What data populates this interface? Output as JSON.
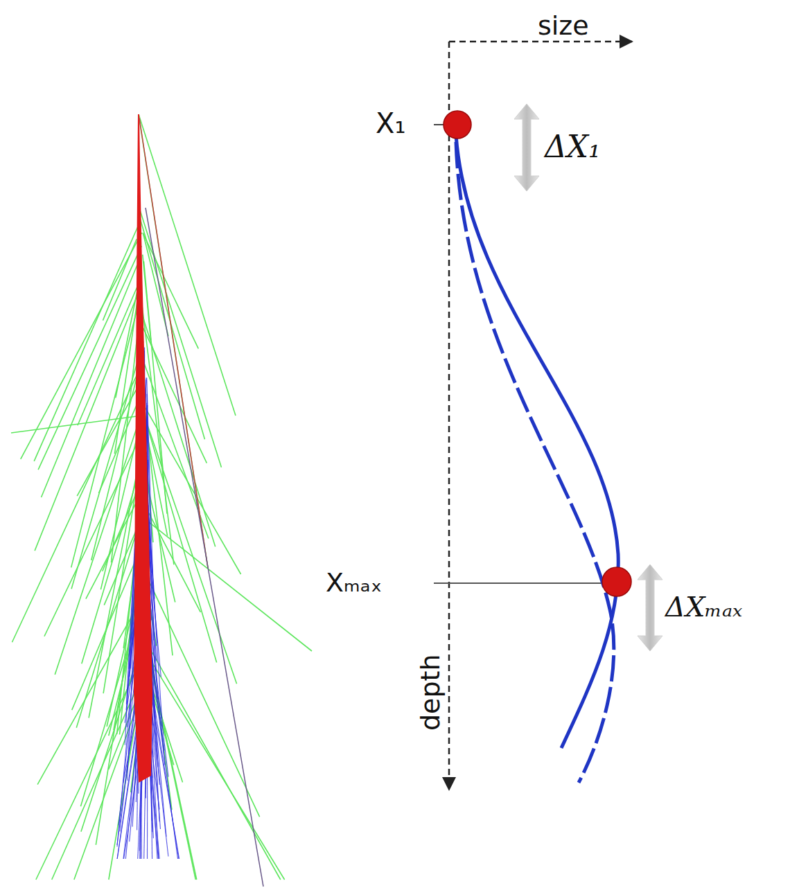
{
  "diagram": {
    "labels": [
      "size",
      "X₁",
      "ΔX₁",
      "Xₘₐₓ",
      "ΔXₘₐₓ",
      "depth"
    ]
  }
}
